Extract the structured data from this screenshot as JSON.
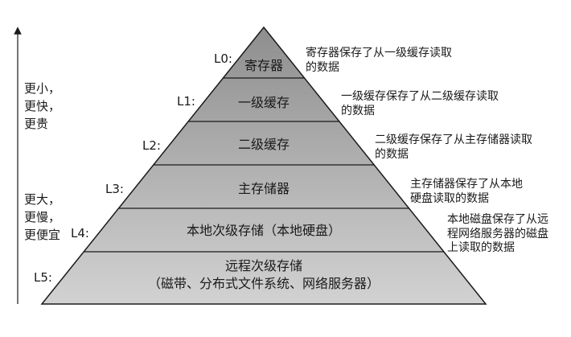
{
  "levels": [
    {
      "label": "L0:",
      "tier": "寄存器",
      "desc": "寄存器保存了从一级缓存读取\n的数据"
    },
    {
      "label": "L1:",
      "tier": "一级缓存",
      "desc": "一级缓存保存了从二级缓存读取\n的数据"
    },
    {
      "label": "L2:",
      "tier": "二级缓存",
      "desc": "二级缓存保存了从主存储器读取\n的数据"
    },
    {
      "label": "L3:",
      "tier": "主存储器",
      "desc": "主存储器保存了从本地\n硬盘读取的数据"
    },
    {
      "label": "L4:",
      "tier": "本地次级存储（本地硬盘）",
      "desc": "本地磁盘保存了从远\n程网络服务器的磁盘\n上读取的数据"
    },
    {
      "label": "L5:",
      "tier": "远程次级存储\n（磁带、分布式文件系统、网络服务器）",
      "desc": ""
    }
  ],
  "side": {
    "top": "更小，\n更快，\n更贵",
    "bottom": "更大，\n更慢，\n更便宜"
  },
  "colors": {
    "tier_top": "#8e8e8e",
    "tier_bottom": "#d2d2d2",
    "stroke": "#1a1a1a"
  }
}
